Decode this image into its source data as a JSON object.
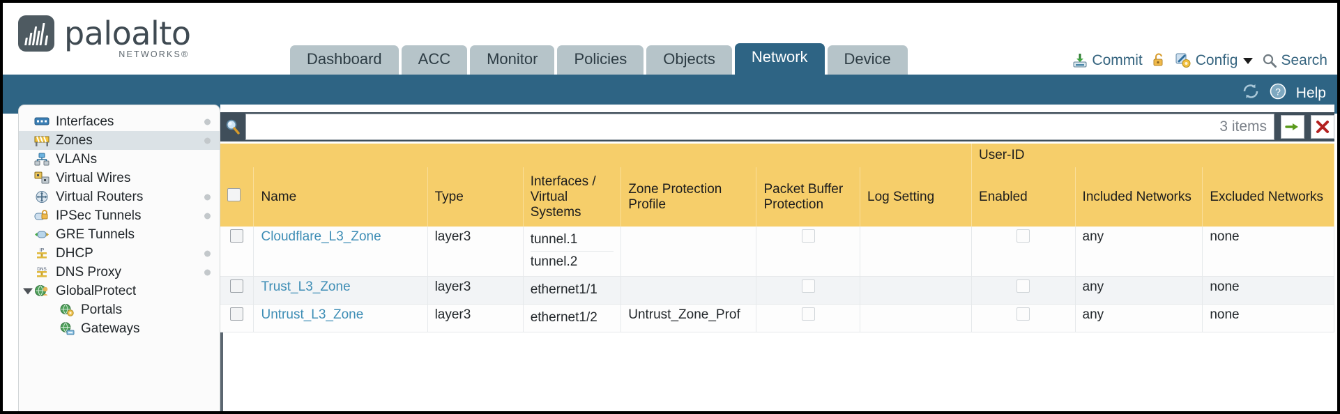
{
  "brand": {
    "name": "paloalto",
    "sub": "NETWORKS®",
    "logo_icon": "paloalto-logo-icon"
  },
  "nav": {
    "tabs": [
      {
        "label": "Dashboard",
        "active": false
      },
      {
        "label": "ACC",
        "active": false
      },
      {
        "label": "Monitor",
        "active": false
      },
      {
        "label": "Policies",
        "active": false
      },
      {
        "label": "Objects",
        "active": false
      },
      {
        "label": "Network",
        "active": true
      },
      {
        "label": "Device",
        "active": false
      }
    ]
  },
  "header_actions": {
    "commit": "Commit",
    "config": "Config",
    "search": "Search",
    "lock_icon": "unlock-icon",
    "commit_icon": "commit-save-icon",
    "config_icon": "config-wrench-icon",
    "search_icon": "search-icon",
    "caret_icon": "chevron-down-icon"
  },
  "blue_bar": {
    "help": "Help",
    "refresh_icon": "refresh-icon",
    "help_icon": "help-question-icon"
  },
  "sidebar": {
    "items": [
      {
        "label": "Interfaces",
        "icon": "interfaces-icon",
        "selected": false,
        "child": false,
        "dot": true,
        "twisty": false
      },
      {
        "label": "Zones",
        "icon": "zones-icon",
        "selected": true,
        "child": false,
        "dot": true,
        "twisty": false
      },
      {
        "label": "VLANs",
        "icon": "vlans-icon",
        "selected": false,
        "child": false,
        "dot": false,
        "twisty": false
      },
      {
        "label": "Virtual Wires",
        "icon": "virtual-wires-icon",
        "selected": false,
        "child": false,
        "dot": false,
        "twisty": false
      },
      {
        "label": "Virtual Routers",
        "icon": "virtual-routers-icon",
        "selected": false,
        "child": false,
        "dot": true,
        "twisty": false
      },
      {
        "label": "IPSec Tunnels",
        "icon": "ipsec-tunnels-icon",
        "selected": false,
        "child": false,
        "dot": true,
        "twisty": false
      },
      {
        "label": "GRE Tunnels",
        "icon": "gre-tunnels-icon",
        "selected": false,
        "child": false,
        "dot": false,
        "twisty": false
      },
      {
        "label": "DHCP",
        "icon": "dhcp-icon",
        "selected": false,
        "child": false,
        "dot": true,
        "twisty": false
      },
      {
        "label": "DNS Proxy",
        "icon": "dns-proxy-icon",
        "selected": false,
        "child": false,
        "dot": true,
        "twisty": false
      },
      {
        "label": "GlobalProtect",
        "icon": "globalprotect-icon",
        "selected": false,
        "child": false,
        "dot": false,
        "twisty": true
      },
      {
        "label": "Portals",
        "icon": "portals-icon",
        "selected": false,
        "child": true,
        "dot": false,
        "twisty": false
      },
      {
        "label": "Gateways",
        "icon": "gateways-icon",
        "selected": false,
        "child": true,
        "dot": false,
        "twisty": false
      }
    ]
  },
  "search": {
    "value": "",
    "placeholder": "",
    "item_count": "3 items",
    "apply_icon": "apply-arrow-icon",
    "clear_icon": "clear-x-icon",
    "magnifier_icon": "search-magnifier-icon"
  },
  "table": {
    "group_header": {
      "label": "User-ID",
      "span_start": 8
    },
    "columns": [
      {
        "key": "check",
        "label": ""
      },
      {
        "key": "name",
        "label": "Name"
      },
      {
        "key": "type",
        "label": "Type"
      },
      {
        "key": "interfaces",
        "label": "Interfaces / Virtual Systems"
      },
      {
        "key": "zone_protection",
        "label": "Zone Protection Profile"
      },
      {
        "key": "packet_buffer",
        "label": "Packet Buffer Protection"
      },
      {
        "key": "log_setting",
        "label": "Log Setting"
      },
      {
        "key": "enabled",
        "label": "Enabled"
      },
      {
        "key": "included",
        "label": "Included Networks"
      },
      {
        "key": "excluded",
        "label": "Excluded Networks"
      }
    ],
    "rows": [
      {
        "checked": false,
        "name": "Cloudflare_L3_Zone",
        "type": "layer3",
        "interfaces": [
          "tunnel.1",
          "tunnel.2"
        ],
        "zone_protection": "",
        "packet_buffer_checked": false,
        "log_setting": "",
        "enabled_checked": false,
        "included": "any",
        "excluded": "none"
      },
      {
        "checked": false,
        "name": "Trust_L3_Zone",
        "type": "layer3",
        "interfaces": [
          "ethernet1/1"
        ],
        "zone_protection": "",
        "packet_buffer_checked": false,
        "log_setting": "",
        "enabled_checked": false,
        "included": "any",
        "excluded": "none"
      },
      {
        "checked": false,
        "name": "Untrust_L3_Zone",
        "type": "layer3",
        "interfaces": [
          "ethernet1/2"
        ],
        "zone_protection": "Untrust_Zone_Prof",
        "packet_buffer_checked": false,
        "log_setting": "",
        "enabled_checked": false,
        "included": "any",
        "excluded": "none"
      }
    ]
  },
  "colors": {
    "brand_blue": "#2e6484",
    "header_yellow": "#f6ce6a",
    "group_yellow": "#e2b43f",
    "tab_inactive": "#b6c4c9",
    "link_blue": "#3d8db5"
  }
}
